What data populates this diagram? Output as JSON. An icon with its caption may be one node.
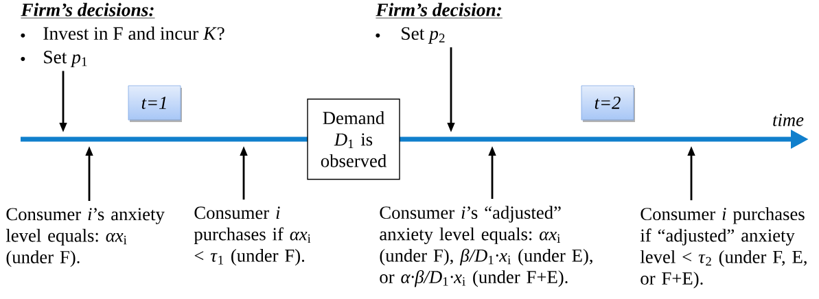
{
  "diagram": {
    "nodes": [
      {
        "text": [
          "Firm’s decisions:",
          "Invest in F and incur *K*?",
          "Set *p*$_{1}$"
        ]
      },
      {
        "text": [
          "t=1"
        ]
      },
      {
        "text": [
          "Demand *D*$_{1}$ is observed"
        ]
      },
      {
        "text": [
          "Firm’s decision:",
          "Set *p*$_{2}$"
        ]
      },
      {
        "text": [
          "t=2"
        ]
      },
      {
        "text": [
          "Consumer *i*’s anxiety level equals: *αx*$_{i}$ (under F)."
        ]
      },
      {
        "text": [
          "Consumer *i* purchases if *αx*$_{i}$ < *τ*$_{1}$ (under F)."
        ]
      },
      {
        "text": [
          "Consumer *i*’s “adjusted” anxiety level equals: *αx*$_{i}$ (under F), *β/D*$_{1}$*·x*$_{i}$ (under E), or *α·β/D*$_{1}$*·x*$_{i}$ (under F+E)."
        ]
      },
      {
        "text": [
          "Consumer *i* purchases if “adjusted” anxiety level < *τ*$_{2}$ (under F, E, or F+E)."
        ]
      }
    ],
    "edges": [
      {
        "from": 0,
        "to": null,
        "arrow": "to"
      },
      {
        "from": 3,
        "to": null,
        "arrow": "to"
      },
      {
        "from": 5,
        "to": null,
        "arrow": "to"
      },
      {
        "from": 6,
        "to": null,
        "arrow": "to"
      },
      {
        "from": 7,
        "to": null,
        "arrow": "to"
      },
      {
        "from": 8,
        "to": null,
        "arrow": "to"
      }
    ],
    "labels": [
      "time"
    ]
  }
}
